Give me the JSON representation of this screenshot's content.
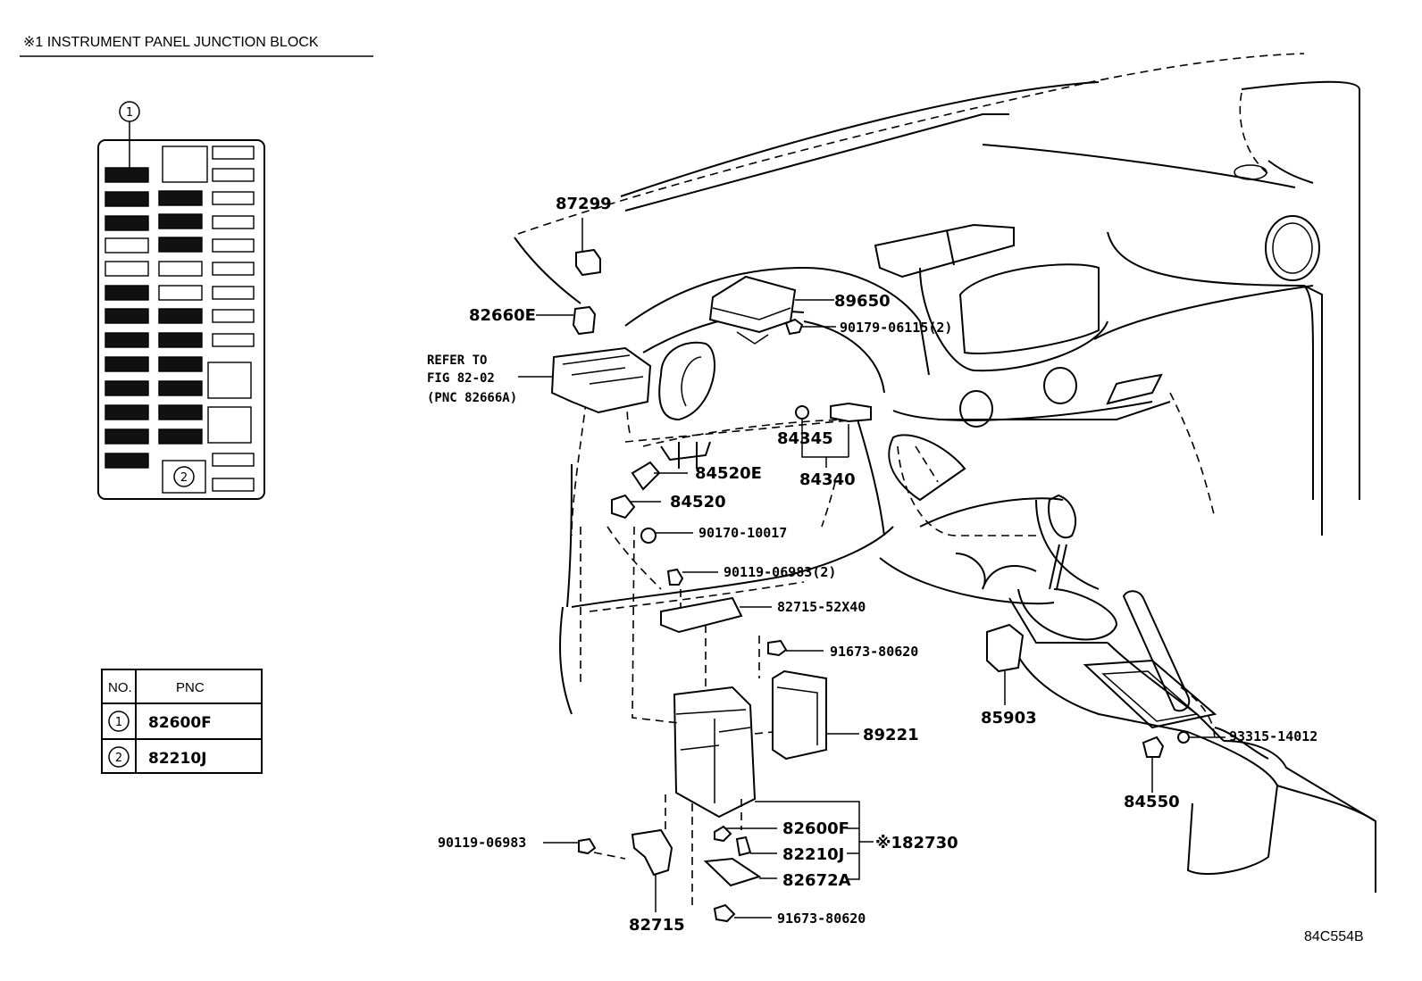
{
  "title": "※1 INSTRUMENT PANEL JUNCTION BLOCK",
  "diagram_code": "84C554B",
  "fuse_block": {
    "callout_top": "1",
    "callout_bottom": "2"
  },
  "pnc_table": {
    "headers": {
      "no": "NO.",
      "pnc": "PNC"
    },
    "rows": [
      {
        "no": "1",
        "pnc": "82600F"
      },
      {
        "no": "2",
        "pnc": "82210J"
      }
    ]
  },
  "refer": {
    "line1": "REFER TO",
    "line2": "FIG 82-02",
    "line3": "(PNC 82666A)"
  },
  "parts": {
    "p87299": "87299",
    "p89650": "89650",
    "p82660E": "82660E",
    "p90179": "90179-06115(2)",
    "p84345": "84345",
    "p84340": "84340",
    "p84520E": "84520E",
    "p84520": "84520",
    "p90170": "90170-10017",
    "p90119_2": "90119-06983(2)",
    "p82715_52": "82715-52X40",
    "p91673_a": "91673-80620",
    "p89221": "89221",
    "p85903": "85903",
    "p93315": "93315-14012",
    "p84550": "84550",
    "p82600F": "82600F",
    "p82210J": "82210J",
    "p82672A": "82672A",
    "p82730": "※182730",
    "p90119": "90119-06983",
    "p82715": "82715",
    "p91673_b": "91673-80620"
  }
}
